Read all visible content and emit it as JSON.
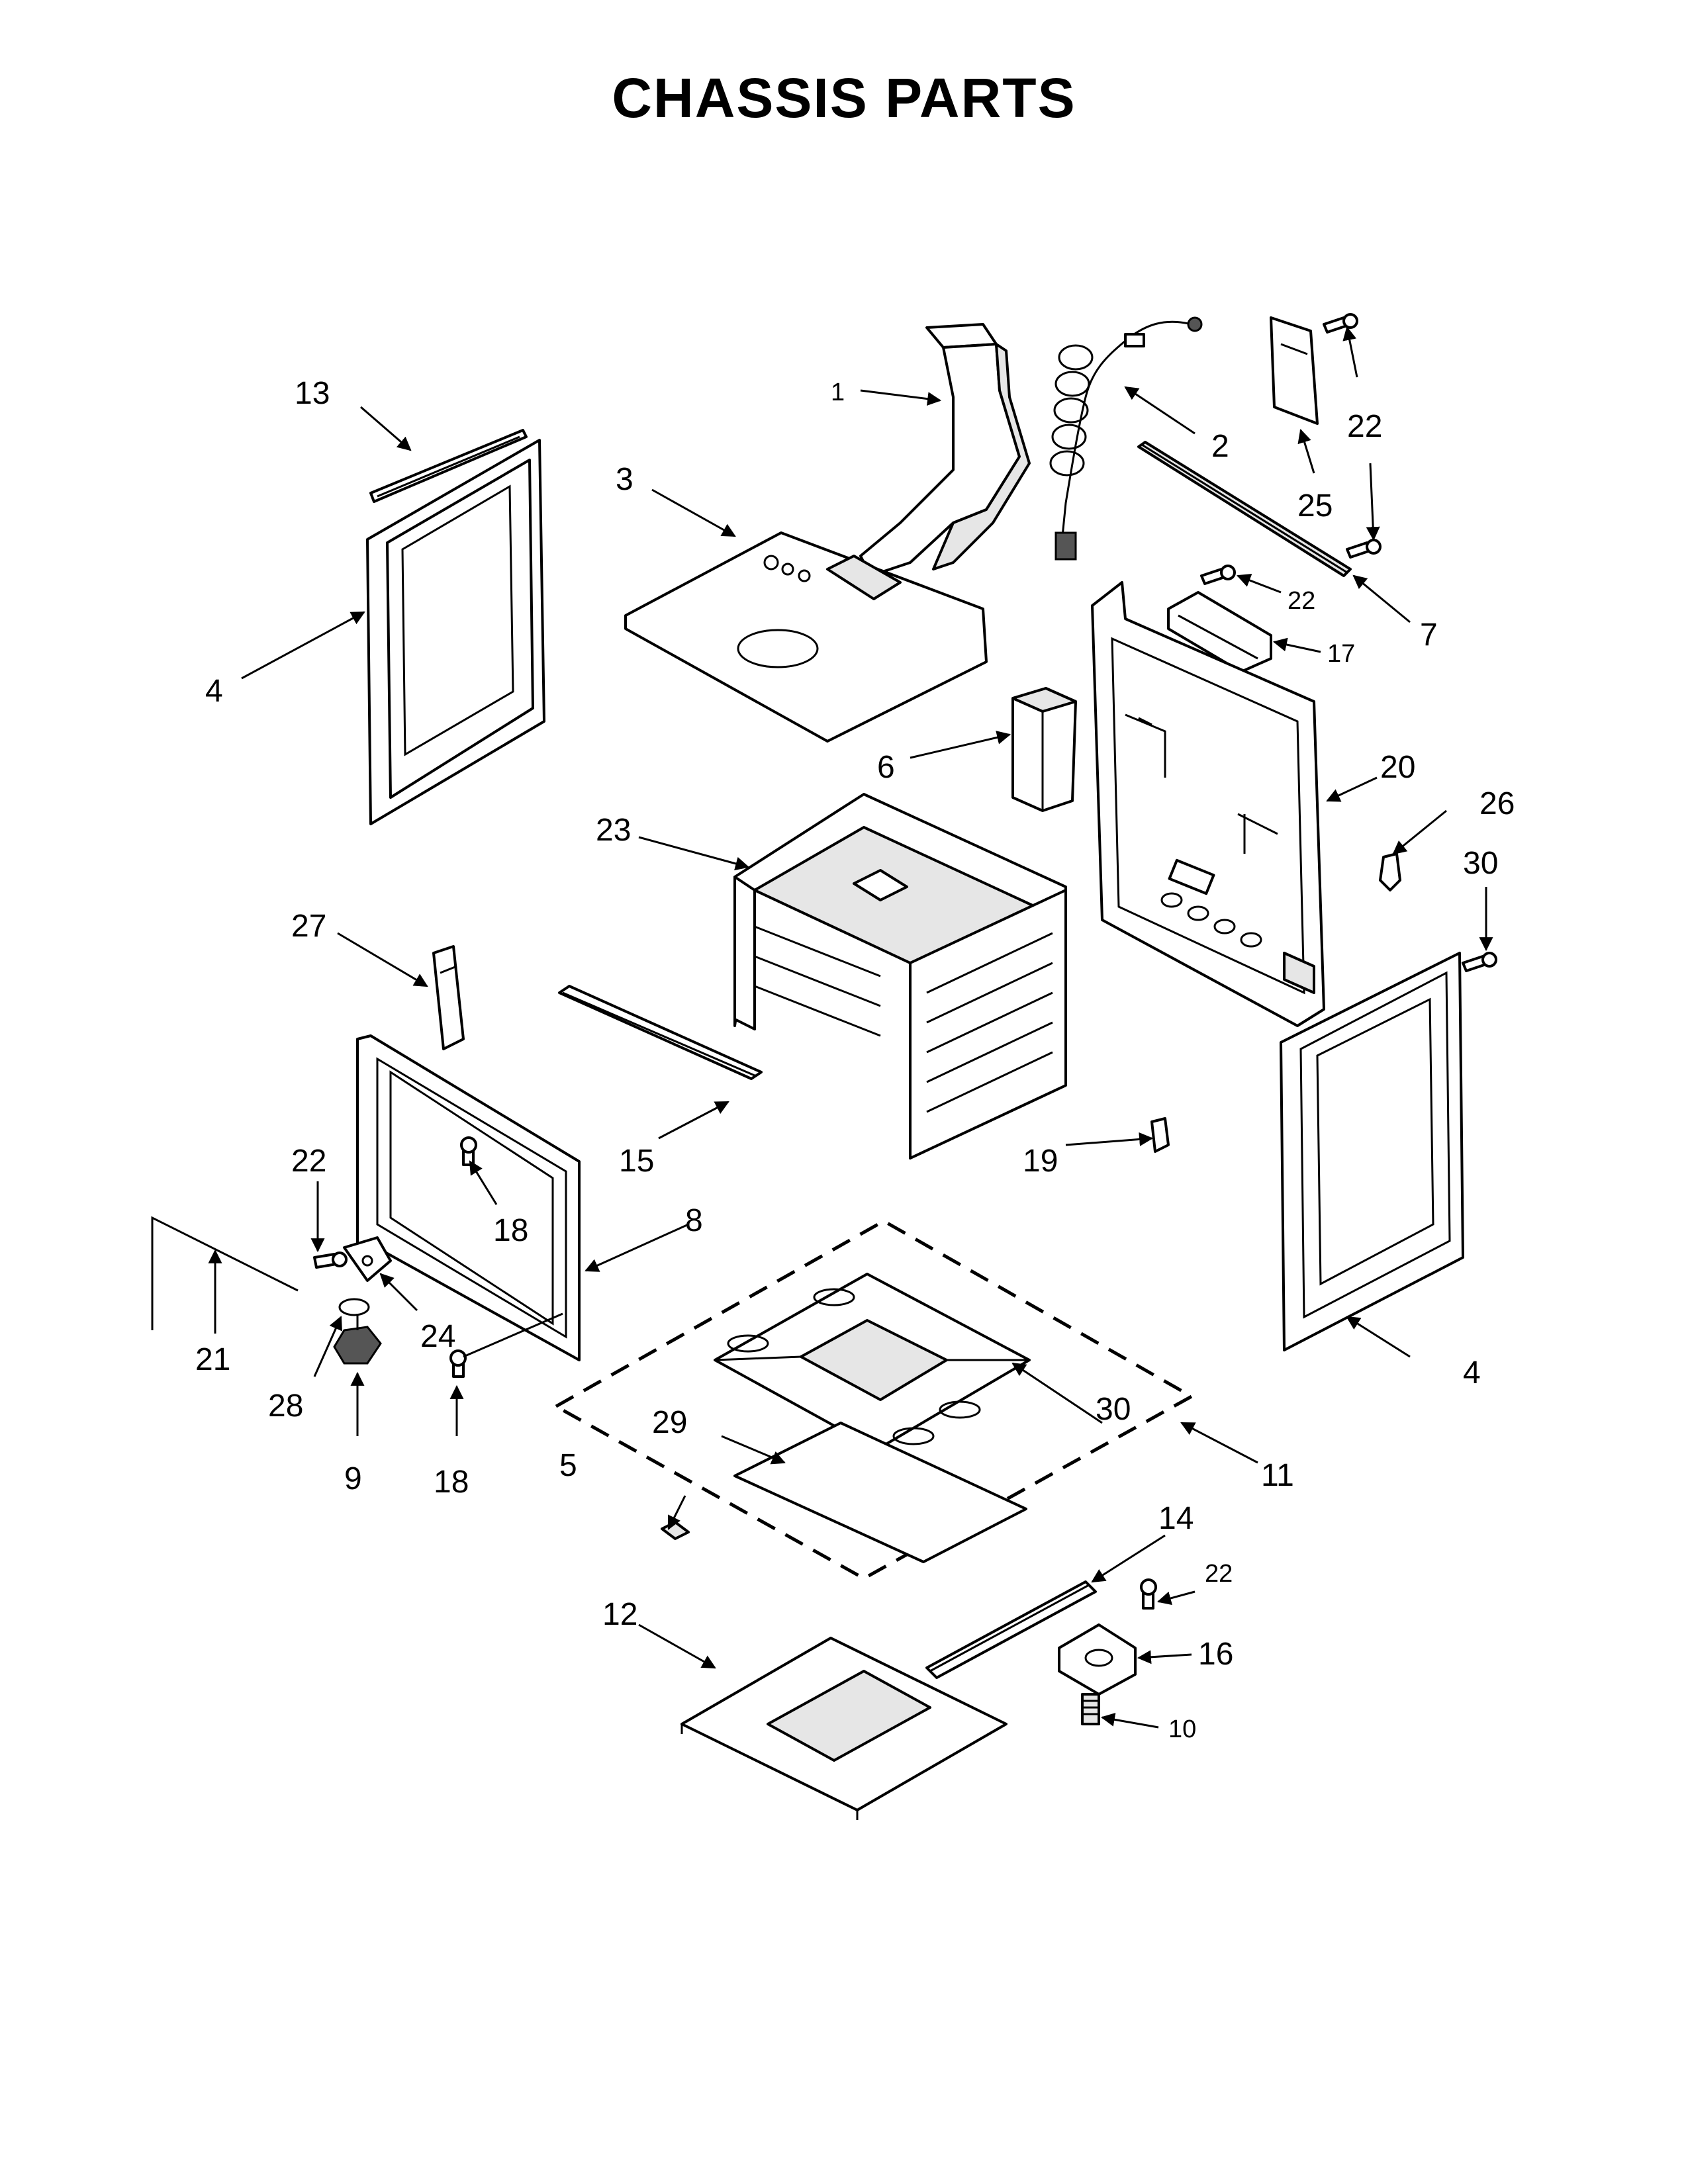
{
  "title": "CHASSIS PARTS",
  "labels": [
    {
      "id": "1",
      "text": "1"
    },
    {
      "id": "2",
      "text": "2"
    },
    {
      "id": "3",
      "text": "3"
    },
    {
      "id": "4a",
      "text": "4"
    },
    {
      "id": "4b",
      "text": "4"
    },
    {
      "id": "5",
      "text": "5"
    },
    {
      "id": "6",
      "text": "6"
    },
    {
      "id": "7",
      "text": "7"
    },
    {
      "id": "8",
      "text": "8"
    },
    {
      "id": "9",
      "text": "9"
    },
    {
      "id": "10",
      "text": "10"
    },
    {
      "id": "11",
      "text": "11"
    },
    {
      "id": "12",
      "text": "12"
    },
    {
      "id": "13",
      "text": "13"
    },
    {
      "id": "14",
      "text": "14"
    },
    {
      "id": "15",
      "text": "15"
    },
    {
      "id": "16",
      "text": "16"
    },
    {
      "id": "17",
      "text": "17"
    },
    {
      "id": "18a",
      "text": "18"
    },
    {
      "id": "18b",
      "text": "18"
    },
    {
      "id": "19",
      "text": "19"
    },
    {
      "id": "20",
      "text": "20"
    },
    {
      "id": "21",
      "text": "21"
    },
    {
      "id": "22a",
      "text": "22"
    },
    {
      "id": "22b",
      "text": "22"
    },
    {
      "id": "22c",
      "text": "22"
    },
    {
      "id": "22d",
      "text": "22"
    },
    {
      "id": "23",
      "text": "23"
    },
    {
      "id": "24",
      "text": "24"
    },
    {
      "id": "25",
      "text": "25"
    },
    {
      "id": "26",
      "text": "26"
    },
    {
      "id": "27",
      "text": "27"
    },
    {
      "id": "28",
      "text": "28"
    },
    {
      "id": "29",
      "text": "29"
    },
    {
      "id": "30a",
      "text": "30"
    },
    {
      "id": "30b",
      "text": "30"
    }
  ]
}
